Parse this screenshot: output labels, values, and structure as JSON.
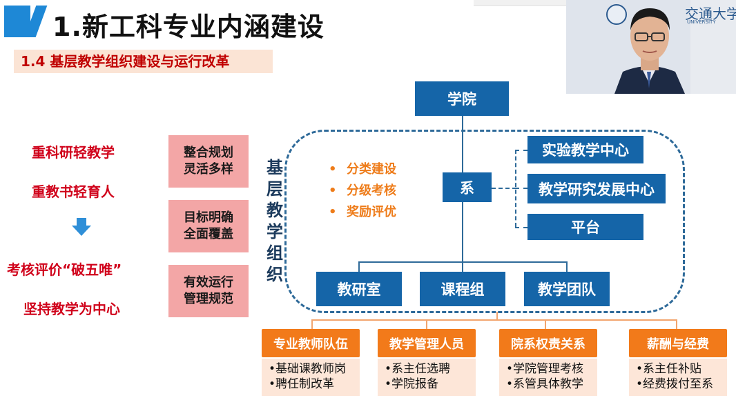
{
  "title": "1.新工科专业内涵建设",
  "subtitle": "1.4  基层教学组织建设与运行改革",
  "problems": [
    "重科研轻教学",
    "重教书轻育人"
  ],
  "solutions": [
    "考核评价“破五唯”",
    "坚持教学为中心"
  ],
  "pink_boxes": [
    [
      "整合规划",
      "灵活多样"
    ],
    [
      "目标明确",
      "全面覆盖"
    ],
    [
      "有效运行",
      "管理规范"
    ]
  ],
  "vertical_label": [
    "基",
    "层",
    "教",
    "学",
    "组",
    "织"
  ],
  "org": {
    "college": "学院",
    "department": "系",
    "right_units": [
      "实验教学中心",
      "教学研究发展中心",
      "平台"
    ],
    "bottom_units": [
      "教研室",
      "课程组",
      "教学团队"
    ]
  },
  "orange_bullets": [
    "分类建设",
    "分级考核",
    "奖励评优"
  ],
  "bullet_glyph": "•",
  "support": [
    {
      "title": "专业教师队伍",
      "items": [
        "•基础课教师岗",
        "•聘任制改革"
      ]
    },
    {
      "title": "教学管理人员",
      "items": [
        "•系主任选聘",
        "•学院报备"
      ]
    },
    {
      "title": "院系权责关系",
      "items": [
        "•学院管理考核",
        "•系管具体教学"
      ]
    },
    {
      "title": "薪酬与经费",
      "items": [
        "•系主任补贴",
        "•经费拨付至系"
      ]
    }
  ],
  "webcam": {
    "logo_text": "交通大学",
    "logo_sub": "UNIVERSITY"
  },
  "colors": {
    "title_accent": "#1e88d6",
    "red_text": "#d0021b",
    "org_blue": "#1565a8",
    "orange": "#f27a1a",
    "bullet_orange": "#ee7c1a",
    "pink": "#f3a6a6",
    "peach": "#fde6d8"
  }
}
